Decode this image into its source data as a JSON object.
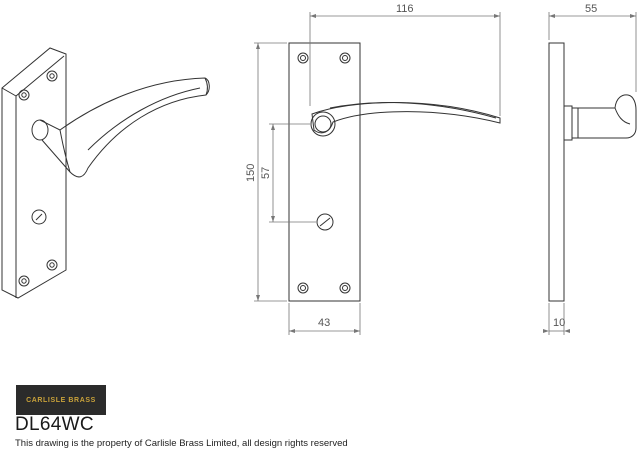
{
  "brand": {
    "logo_text": "CARLISLE BRASS",
    "logo_bg": "#2b2b2b",
    "logo_fg": "#c9a23a"
  },
  "product": {
    "code": "DL64WC"
  },
  "footer": {
    "copyright": "This drawing is the property of Carlisle Brass Limited, all design rights reserved"
  },
  "dimensions": {
    "overall_length": "116",
    "projection": "55",
    "plate_height": "150",
    "centres": "57",
    "plate_width": "43",
    "plate_thickness": "10"
  },
  "colors": {
    "line": "#333333",
    "dim_line": "#777777"
  }
}
